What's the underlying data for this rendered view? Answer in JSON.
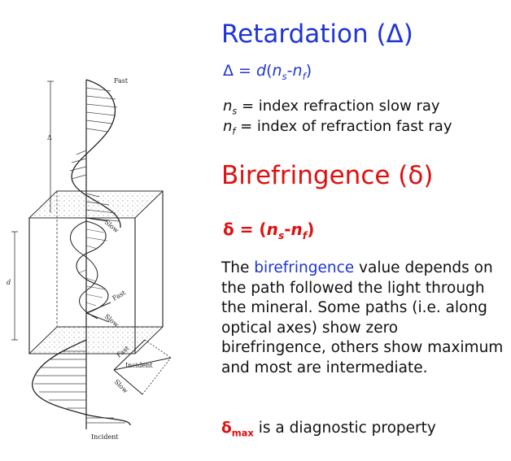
{
  "figure": {
    "fast_top": "Fast",
    "delta_symbol": "Δ",
    "slow_upper": "Slow",
    "d_label": "d",
    "fast_mid": "Fast",
    "slow_mid": "Slow",
    "fast_lower": "Fast",
    "incident_right": "Incident",
    "slow_lower": "Slow",
    "incident_bottom": "Incident"
  },
  "retardation": {
    "title": "Retardation (Δ)",
    "formula_prefix": "Δ = ",
    "formula_d": "d",
    "formula_open": "(",
    "n": "n",
    "s": "s",
    "f": "f",
    "minus": "-",
    "formula_close": ")"
  },
  "definitions": {
    "ns_rest": " = index refraction slow ray",
    "nf_rest": " = index of refraction fast ray"
  },
  "birefringence": {
    "title": "Birefringence (δ)",
    "formula_prefix": "δ = (",
    "formula_close": ")",
    "para_before": "The ",
    "para_link": "birefringence",
    "para_after": " value depends on the path followed the light through the mineral. Some paths (i.e. along optical axes) show zero birefringence, others show maximum and most are intermediate."
  },
  "diagnostic": {
    "delta": "δ",
    "sub": "max",
    "rest": " is a diagnostic property"
  }
}
